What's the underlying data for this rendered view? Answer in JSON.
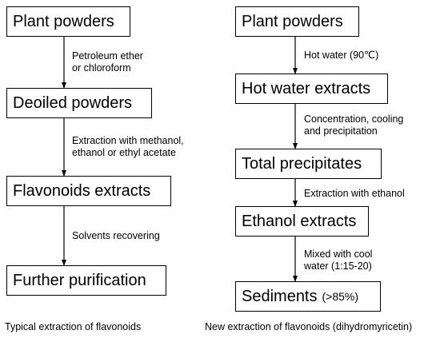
{
  "left_flow": {
    "steps": [
      "Plant powders",
      "Deoiled powders",
      "Flavonoids extracts",
      "Further purification"
    ],
    "transitions": [
      [
        "Petroleum ether",
        "or chloroform"
      ],
      [
        "Extraction with methanol,",
        "ethanol or ethyl acetate"
      ],
      [
        "Solvents recovering"
      ]
    ],
    "caption": "Typical extraction of flavonoids"
  },
  "right_flow": {
    "steps": [
      "Plant powders",
      "Hot water extracts",
      "Total precipitates",
      "Ethanol extracts",
      "Sediments"
    ],
    "final_note": "(>85%)",
    "transitions": [
      [
        "Hot water (90℃)"
      ],
      [
        "Concentration, cooling",
        "and precipitation"
      ],
      [
        "Extraction with ethanol"
      ],
      [
        "Mixed with cool",
        "water (1:15-20)"
      ]
    ],
    "caption": "New extraction of flavonoids (dihydromyricetin)"
  }
}
